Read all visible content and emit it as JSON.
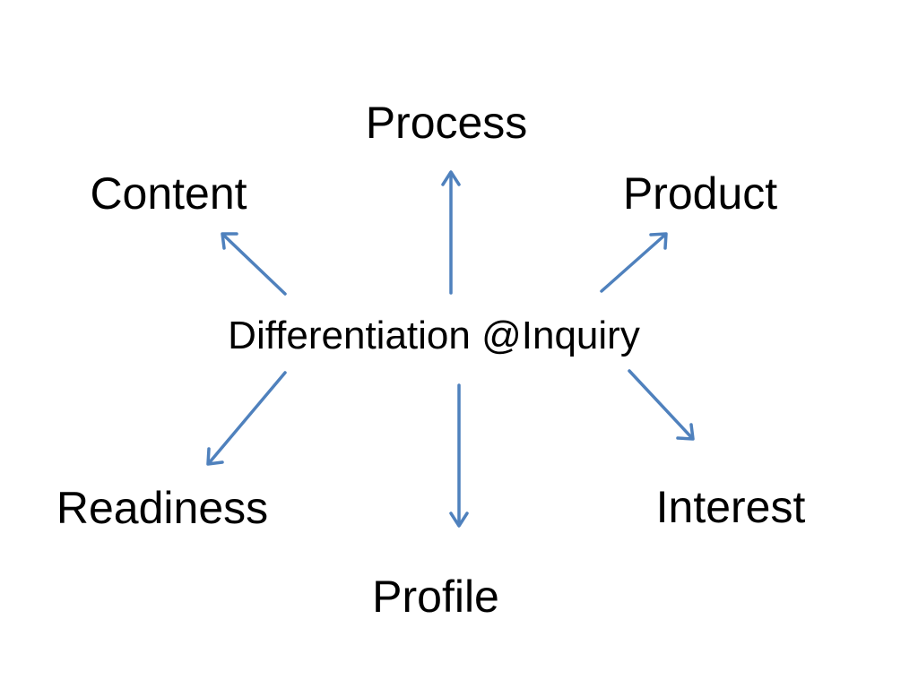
{
  "diagram": {
    "center": "Differentiation @Inquiry",
    "nodes": {
      "process": "Process",
      "content": "Content",
      "product": "Product",
      "readiness": "Readiness",
      "interest": "Interest",
      "profile": "Profile"
    },
    "arrow_color": "#4f81bd"
  }
}
